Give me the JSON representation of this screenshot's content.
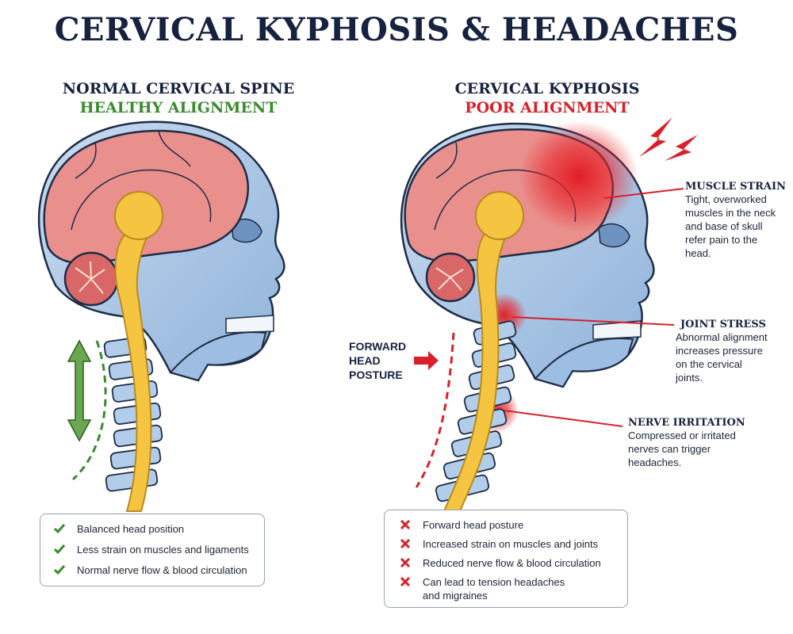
{
  "title": "CERVICAL KYPHOSIS & HEADACHES",
  "left_panel": {
    "heading": "NORMAL CERVICAL SPINE",
    "subheading": "HEALTHY ALIGNMENT",
    "benefits": [
      "Balanced head position",
      "Less strain on muscles and ligaments",
      "Normal nerve flow & blood circulation"
    ]
  },
  "right_panel": {
    "heading": "CERVICAL KYPHOSIS",
    "subheading": "POOR ALIGNMENT",
    "forward_head_posture": "FORWARD\nHEAD\nPOSTURE",
    "callouts": [
      {
        "title": "MUSCLE STRAIN",
        "desc": "Tight, overworked\nmuscles in the neck\nand base of skull\nrefer pain to the\nhead."
      },
      {
        "title": "JOINT STRESS",
        "desc": "Abnormal alignment\nincreases pressure\non the cervical\njoints."
      },
      {
        "title": "NERVE IRRITATION",
        "desc": "Compressed or irritated\nnerves can trigger\nheadaches."
      }
    ],
    "problems": [
      "Forward head posture",
      "Increased strain on muscles and joints",
      "Reduced nerve flow & blood circulation",
      "Can lead to tension headaches\nand migraines"
    ]
  },
  "colors": {
    "navy": "#16223f",
    "healthy_green": "#3a8a2e",
    "alert_red": "#d8212a",
    "skull_blue": "#a9c6e6",
    "brain_pink": "#e98f8c",
    "spinal_cord_yellow": "#f5c542"
  },
  "icons": {
    "benefit": "check-icon",
    "problem": "x-icon",
    "pain": "lightning-icon",
    "alignment": "double-arrow-icon"
  }
}
